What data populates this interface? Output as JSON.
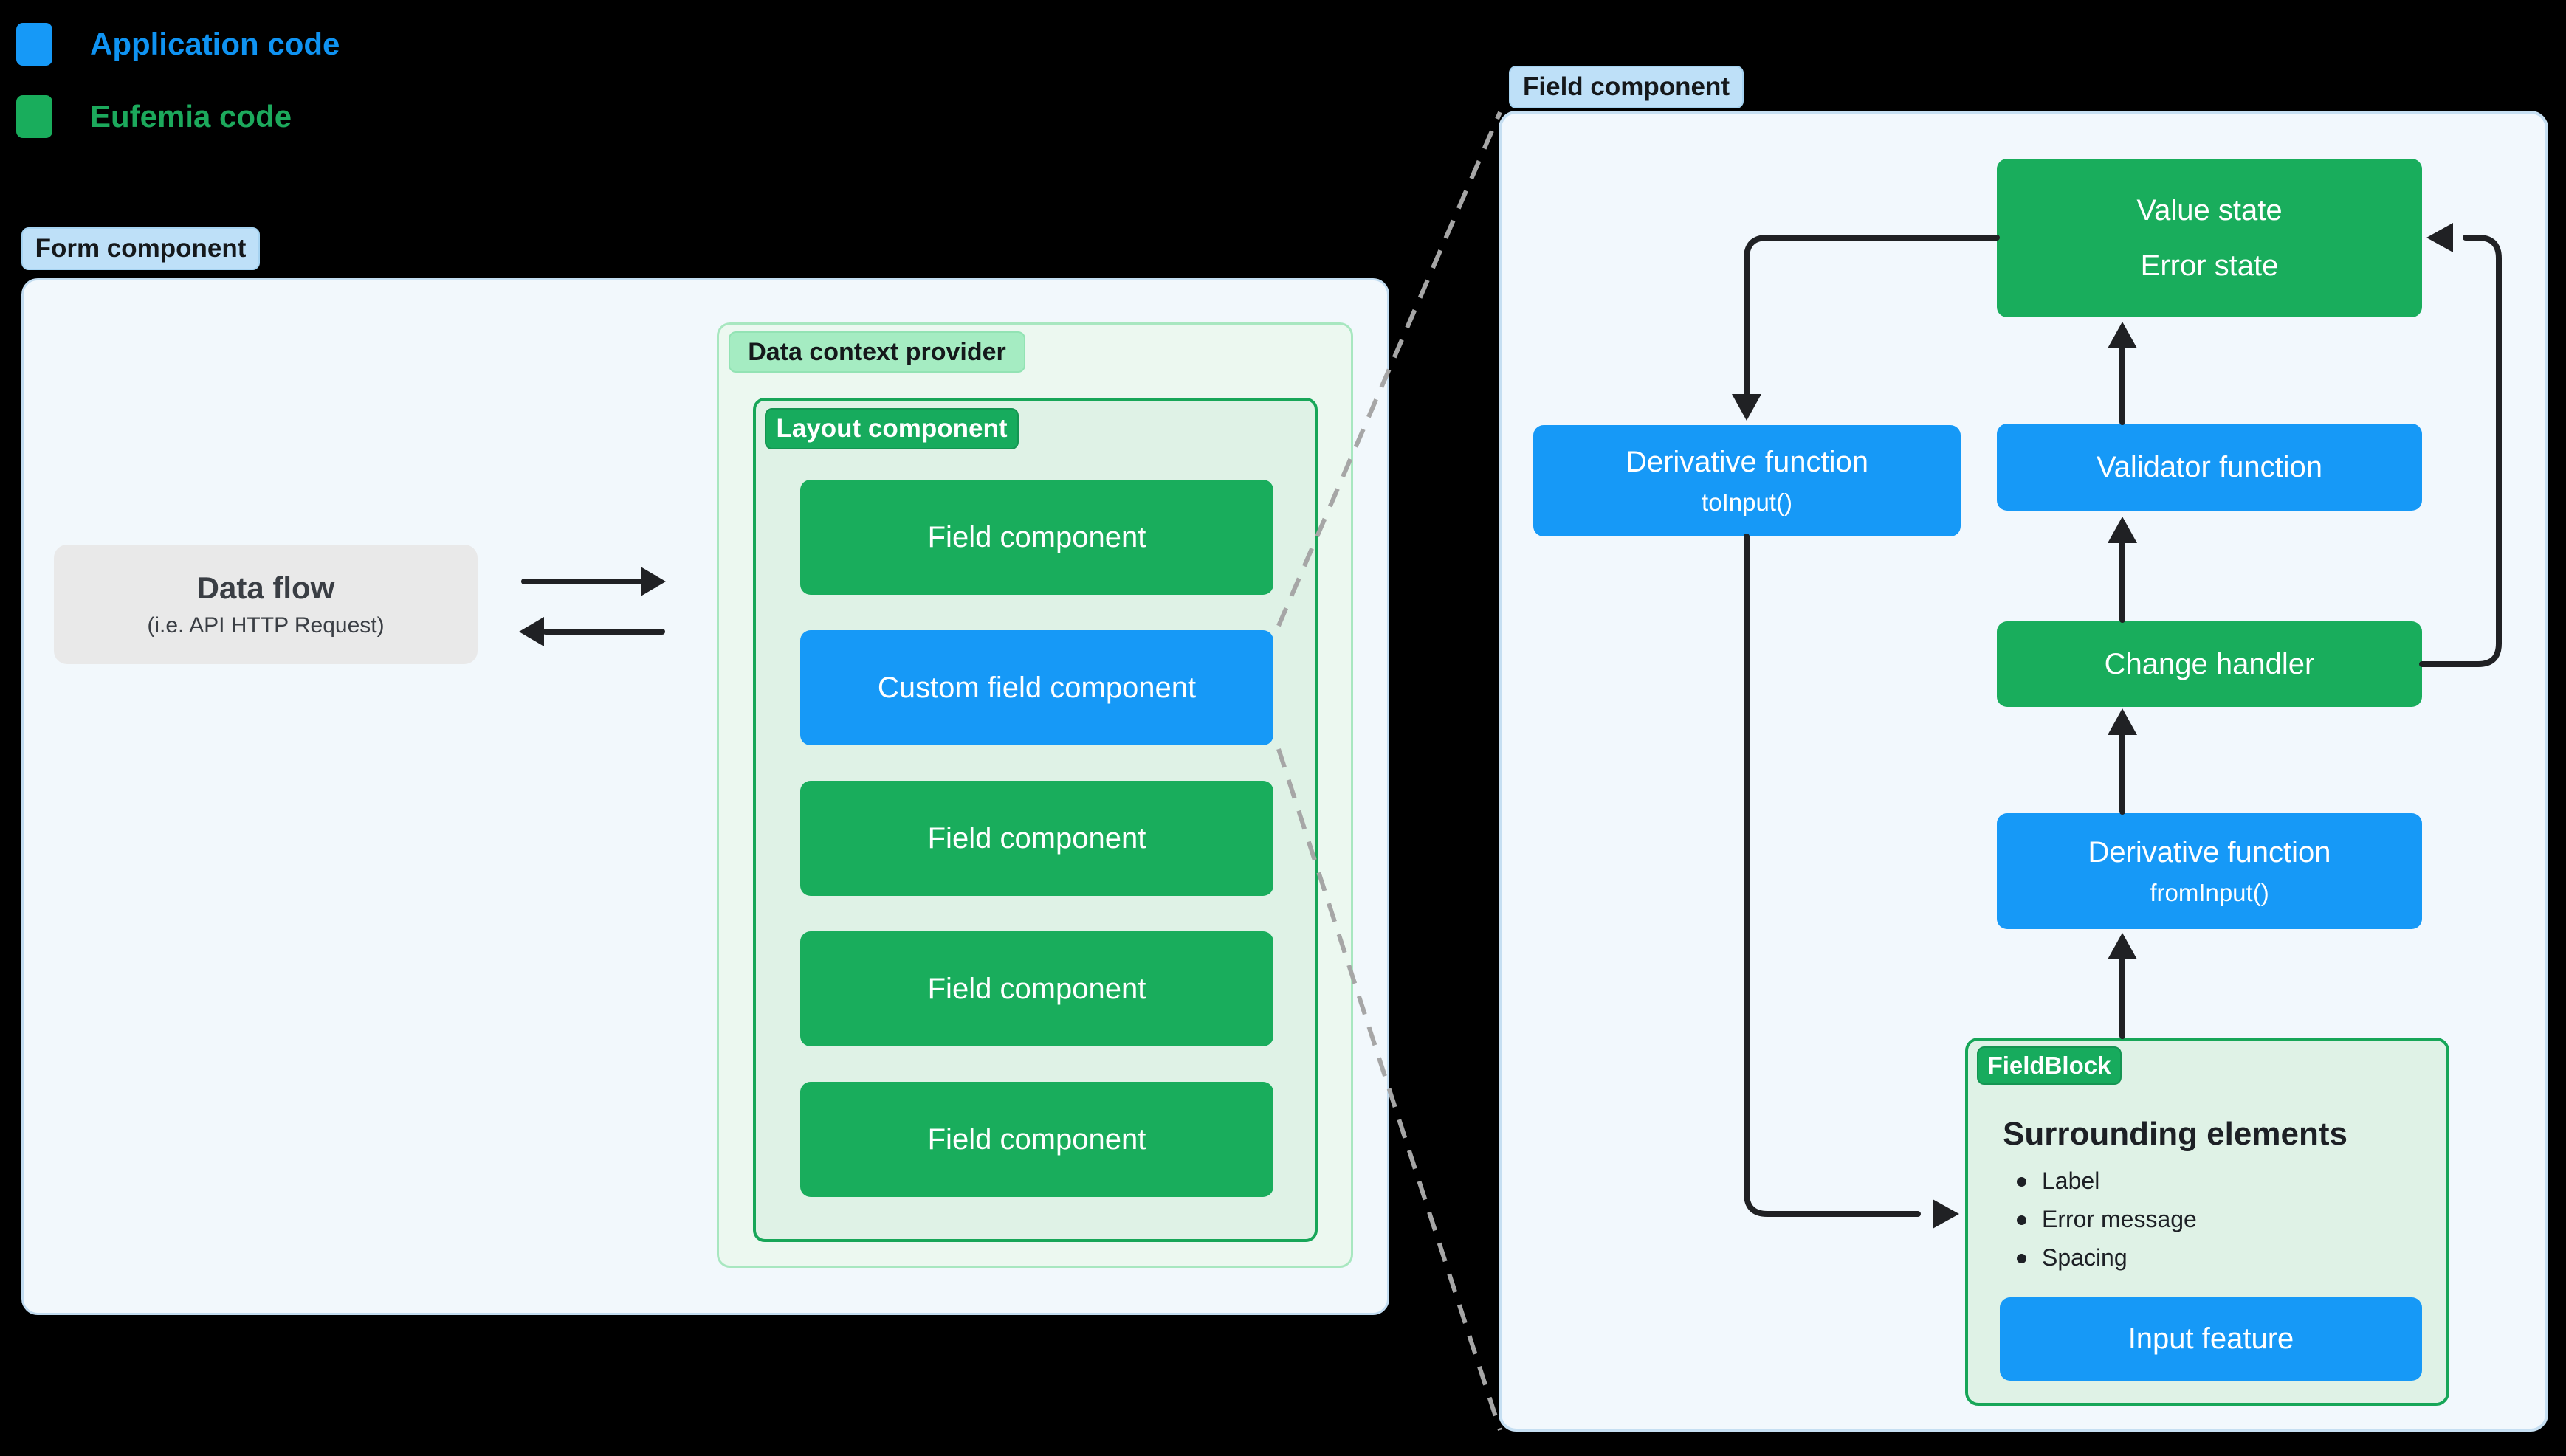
{
  "legend": {
    "items": [
      {
        "label": "Application code",
        "color": "#1699f7"
      },
      {
        "label": "Eufemia code",
        "color": "#19ad5c"
      }
    ]
  },
  "left": {
    "badge": "Form component",
    "data_flow": {
      "title": "Data flow",
      "subtitle": "(i.e. API HTTP Request)"
    },
    "data_context": {
      "badge": "Data context provider"
    },
    "layout": {
      "badge": "Layout component"
    },
    "stack": [
      {
        "label": "Field component",
        "type": "eufemia"
      },
      {
        "label": "Custom field component",
        "type": "application"
      },
      {
        "label": "Field component",
        "type": "eufemia"
      },
      {
        "label": "Field component",
        "type": "eufemia"
      },
      {
        "label": "Field component",
        "type": "eufemia"
      }
    ]
  },
  "right": {
    "badge": "Field component",
    "value_state": {
      "line1": "Value state",
      "line2": "Error state"
    },
    "derivative_to": {
      "title": "Derivative function",
      "subtitle": "toInput()"
    },
    "validator": {
      "label": "Validator function"
    },
    "change_handler": {
      "label": "Change handler"
    },
    "derivative_from": {
      "title": "Derivative function",
      "subtitle": "fromInput()"
    },
    "fieldblock": {
      "badge": "FieldBlock",
      "heading": "Surrounding elements",
      "bullets": [
        "Label",
        "Error message",
        "Spacing"
      ],
      "input_feature": "Input feature"
    }
  },
  "colors": {
    "application_blue": "#1699f7",
    "eufemia_green": "#19ad5c",
    "badge_light_blue": "#bee0f8",
    "badge_light_green": "#a5ecc2",
    "panel_light_blue": "#f2f8fc",
    "panel_light_green": "#ecf8f0",
    "panel_green_border": "#17a658",
    "gray_box": "#e9e9e9",
    "arrow": "#202124",
    "dashed_guide": "#a6a6a6",
    "background": "#000000"
  }
}
